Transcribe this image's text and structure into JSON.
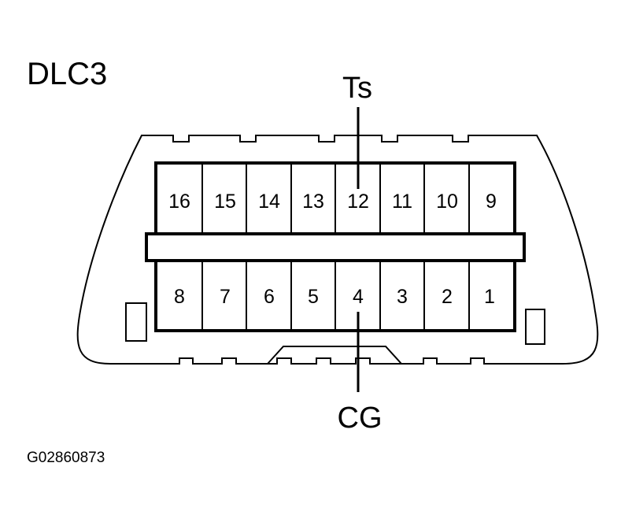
{
  "diagram": {
    "connector_name": "DLC3",
    "upper_row_pins": [
      "16",
      "15",
      "14",
      "13",
      "12",
      "11",
      "10",
      "9"
    ],
    "lower_row_pins": [
      "8",
      "7",
      "6",
      "5",
      "4",
      "3",
      "2",
      "1"
    ],
    "callouts": [
      {
        "label": "Ts",
        "pin": "12"
      },
      {
        "label": "CG",
        "pin": "4"
      }
    ],
    "figure_id": "G02860873"
  }
}
